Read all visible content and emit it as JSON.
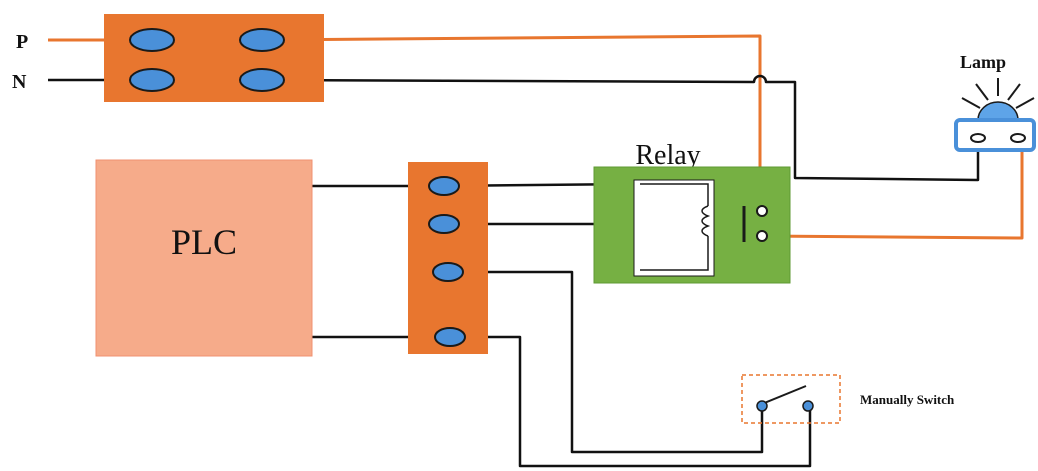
{
  "labels": {
    "phase": "P",
    "neutral": "N",
    "plc": "PLC",
    "relay": "Relay",
    "lamp": "Lamp",
    "switch": "Manually Switch"
  },
  "colors": {
    "terminal_block": "#e8762f",
    "terminal_screw": "#4a90d9",
    "plc_fill": "#f6ab8a",
    "relay_fill": "#76b043",
    "phase_wire": "#e8762f",
    "neutral_wire": "#111111",
    "lamp_base": "#4a90d9",
    "lamp_bulb": "#5ea4e8"
  },
  "icons": {
    "lamp": "lamp-icon",
    "relay_coil": "coil-icon",
    "relay_contact": "relay-contact-icon",
    "switch": "switch-icon"
  }
}
